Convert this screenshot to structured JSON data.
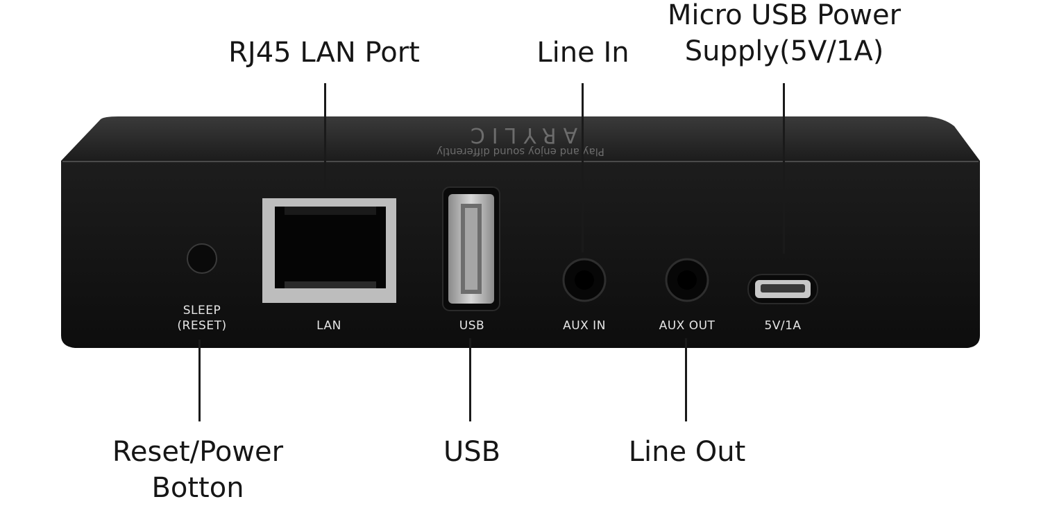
{
  "callouts": {
    "lan": "RJ45 LAN Port",
    "line_in": "Line In",
    "micro_usb_line1": "Micro USB Power",
    "micro_usb_line2": "Supply(5V/1A)",
    "reset_line1": "Reset/Power",
    "reset_line2": "Botton",
    "usb": "USB",
    "line_out": "Line Out"
  },
  "port_labels": {
    "sleep": "SLEEP",
    "reset": "(RESET)",
    "lan": "LAN",
    "usb": "USB",
    "aux_in": "AUX IN",
    "aux_out": "AUX OUT",
    "power": "5V/1A"
  },
  "brand": {
    "name": "ARYLIC",
    "tagline": "Play and enjoy sound differently"
  },
  "colors": {
    "body": "#131313",
    "top_surface": "#2a2a2a",
    "port_metal": "#b9b9b9",
    "leader": "#1a1a1a"
  }
}
